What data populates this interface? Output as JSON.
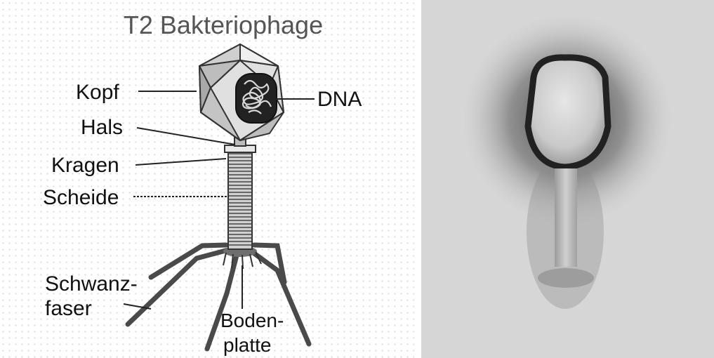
{
  "diagram": {
    "title": "T2 Bakteriophage",
    "labels": {
      "kopf": "Kopf",
      "dna": "DNA",
      "hals": "Hals",
      "kragen": "Kragen",
      "scheide": "Scheide",
      "schwanzfaser_1": "Schwanz-",
      "schwanzfaser_2": "faser",
      "bodenplatte_1": "Boden-",
      "bodenplatte_2": "platte"
    }
  },
  "colors": {
    "text": "#111111",
    "capsid_light": "#e4e4e4",
    "capsid_dark": "#9a9a9a",
    "photo_background": "#dcdcdc"
  }
}
